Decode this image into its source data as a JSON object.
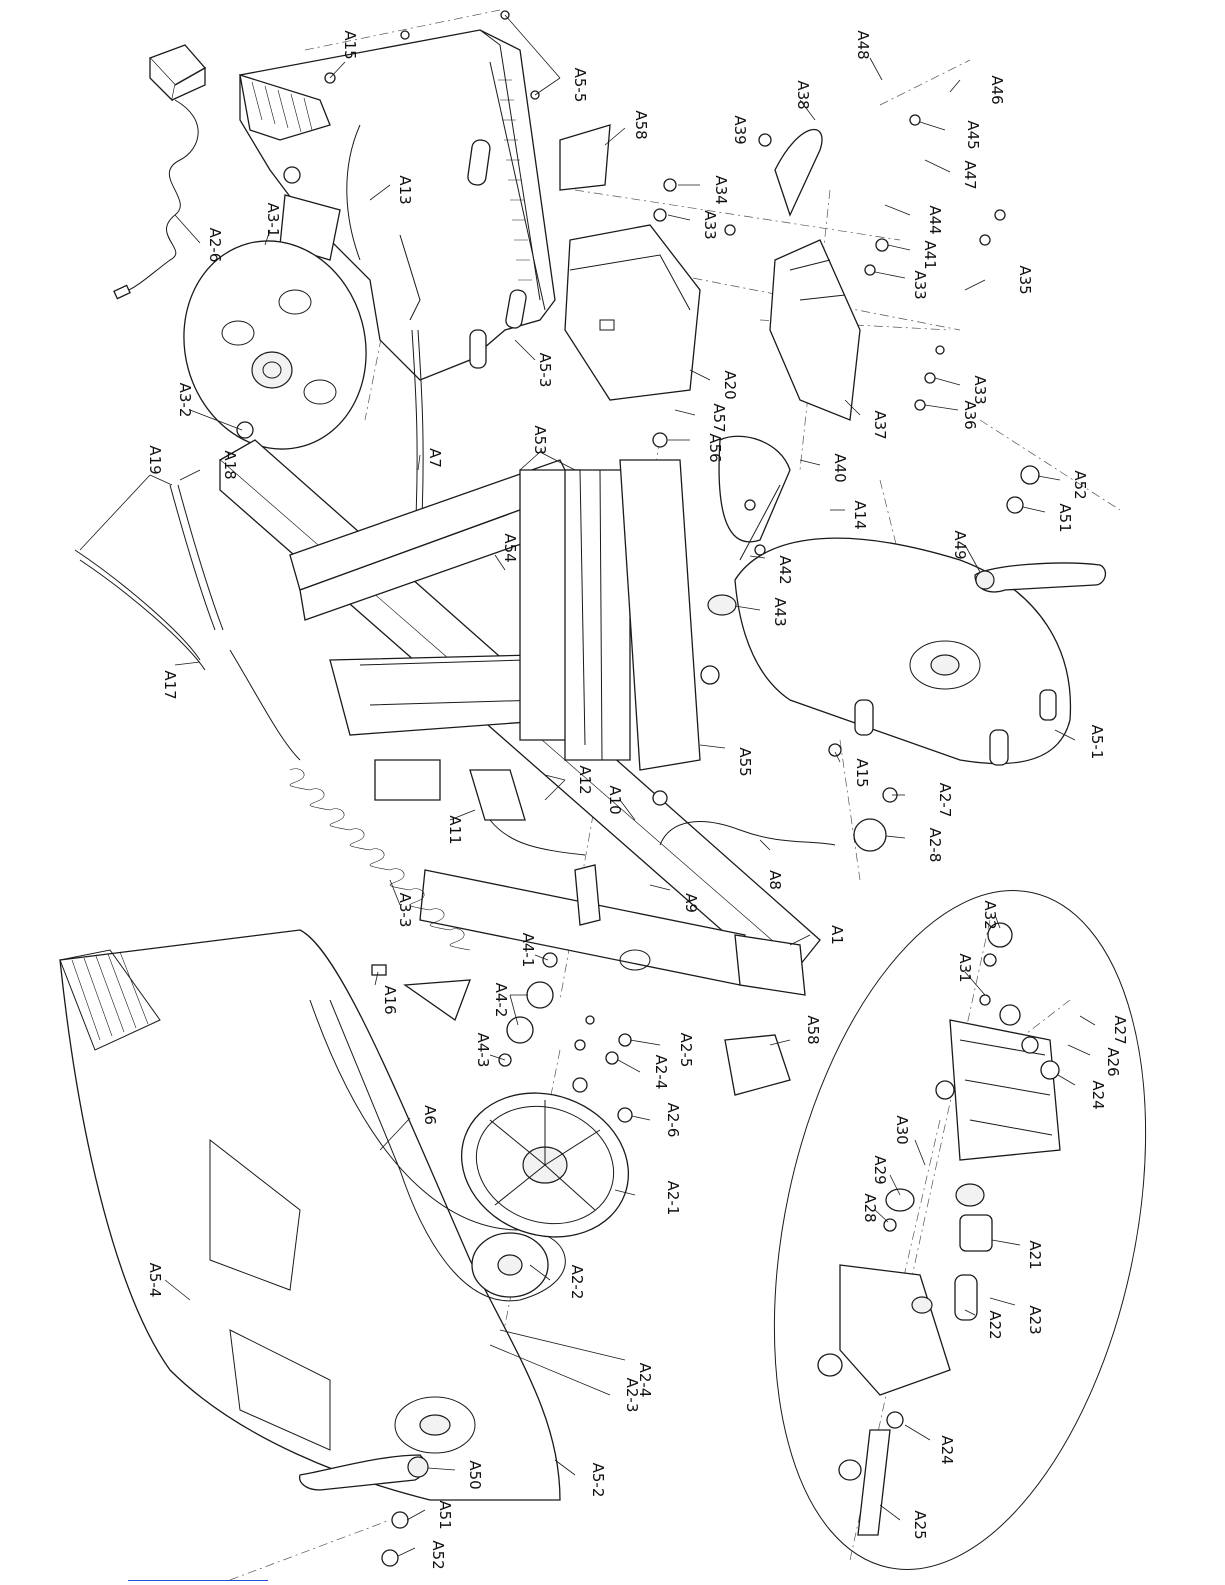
{
  "diagram": {
    "callouts": [
      {
        "id": "A15",
        "text": "A15"
      },
      {
        "id": "A5-5",
        "text": "A5-5"
      },
      {
        "id": "A48",
        "text": "A48"
      },
      {
        "id": "A46",
        "text": "A46"
      },
      {
        "id": "A38",
        "text": "A38"
      },
      {
        "id": "A58-top",
        "text": "A58"
      },
      {
        "id": "A39",
        "text": "A39"
      },
      {
        "id": "A45",
        "text": "A45"
      },
      {
        "id": "A47",
        "text": "A47"
      },
      {
        "id": "A13",
        "text": "A13"
      },
      {
        "id": "A3-1",
        "text": "A3-1"
      },
      {
        "id": "A2-6-cord",
        "text": "A2-6"
      },
      {
        "id": "A34",
        "text": "A34"
      },
      {
        "id": "A33-a",
        "text": "A33"
      },
      {
        "id": "A44",
        "text": "A44"
      },
      {
        "id": "A41",
        "text": "A41"
      },
      {
        "id": "A33-b",
        "text": "A33"
      },
      {
        "id": "A35",
        "text": "A35"
      },
      {
        "id": "A5-3",
        "text": "A5-3"
      },
      {
        "id": "A20",
        "text": "A20"
      },
      {
        "id": "A3-2",
        "text": "A3-2"
      },
      {
        "id": "A33-c",
        "text": "A33"
      },
      {
        "id": "A36",
        "text": "A36"
      },
      {
        "id": "A37",
        "text": "A37"
      },
      {
        "id": "A19",
        "text": "A19"
      },
      {
        "id": "A18",
        "text": "A18"
      },
      {
        "id": "A53",
        "text": "A53"
      },
      {
        "id": "A57",
        "text": "A57"
      },
      {
        "id": "A56",
        "text": "A56"
      },
      {
        "id": "A7",
        "text": "A7"
      },
      {
        "id": "A40",
        "text": "A40"
      },
      {
        "id": "A52-top",
        "text": "A52"
      },
      {
        "id": "A14",
        "text": "A14"
      },
      {
        "id": "A51-top",
        "text": "A51"
      },
      {
        "id": "A54",
        "text": "A54"
      },
      {
        "id": "A42",
        "text": "A42"
      },
      {
        "id": "A49",
        "text": "A49"
      },
      {
        "id": "A43",
        "text": "A43"
      },
      {
        "id": "A17",
        "text": "A17"
      },
      {
        "id": "A55",
        "text": "A55"
      },
      {
        "id": "A5-1",
        "text": "A5-1"
      },
      {
        "id": "A12",
        "text": "A12"
      },
      {
        "id": "A10",
        "text": "A10"
      },
      {
        "id": "A15-b",
        "text": "A15"
      },
      {
        "id": "A2-7",
        "text": "A2-7"
      },
      {
        "id": "A11",
        "text": "A11"
      },
      {
        "id": "A2-8",
        "text": "A2-8"
      },
      {
        "id": "A8",
        "text": "A8"
      },
      {
        "id": "A3-3",
        "text": "A3-3"
      },
      {
        "id": "A9",
        "text": "A9"
      },
      {
        "id": "A32",
        "text": "A32"
      },
      {
        "id": "A1",
        "text": "A1"
      },
      {
        "id": "A4-1",
        "text": "A4-1"
      },
      {
        "id": "A16",
        "text": "A16"
      },
      {
        "id": "A31",
        "text": "A31"
      },
      {
        "id": "A4-2",
        "text": "A4-2"
      },
      {
        "id": "A58-bot",
        "text": "A58"
      },
      {
        "id": "A27",
        "text": "A27"
      },
      {
        "id": "A2-5",
        "text": "A2-5"
      },
      {
        "id": "A26",
        "text": "A26"
      },
      {
        "id": "A4-3",
        "text": "A4-3"
      },
      {
        "id": "A2-4-top",
        "text": "A2-4"
      },
      {
        "id": "A24-a",
        "text": "A24"
      },
      {
        "id": "A6",
        "text": "A6"
      },
      {
        "id": "A2-6",
        "text": "A2-6"
      },
      {
        "id": "A30",
        "text": "A30"
      },
      {
        "id": "A29",
        "text": "A29"
      },
      {
        "id": "A2-1",
        "text": "A2-1"
      },
      {
        "id": "A28",
        "text": "A28"
      },
      {
        "id": "A21",
        "text": "A21"
      },
      {
        "id": "A5-4",
        "text": "A5-4"
      },
      {
        "id": "A2-2",
        "text": "A2-2"
      },
      {
        "id": "A23",
        "text": "A23"
      },
      {
        "id": "A22",
        "text": "A22"
      },
      {
        "id": "A2-4-bot",
        "text": "A2-4"
      },
      {
        "id": "A2-3",
        "text": "A2-3"
      },
      {
        "id": "A24-b",
        "text": "A24"
      },
      {
        "id": "A50",
        "text": "A50"
      },
      {
        "id": "A5-2",
        "text": "A5-2"
      },
      {
        "id": "A51-bot",
        "text": "A51"
      },
      {
        "id": "A25",
        "text": "A25"
      },
      {
        "id": "A52-bot",
        "text": "A52"
      }
    ]
  }
}
